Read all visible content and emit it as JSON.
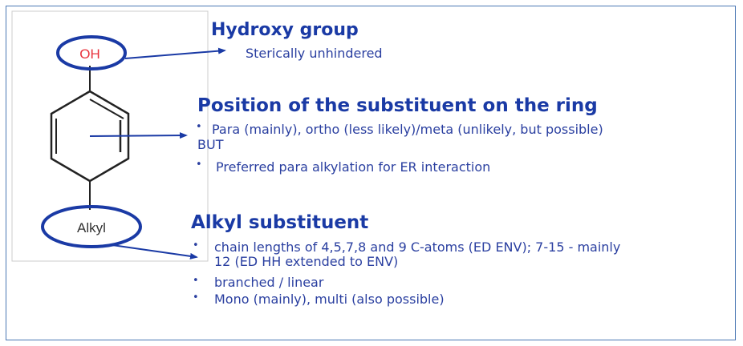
{
  "molecule": {
    "oh_label": "OH",
    "alkyl_label": "Alkyl"
  },
  "sections": {
    "hydroxy": {
      "heading": "Hydroxy group",
      "item": "Sterically unhindered"
    },
    "position": {
      "heading": "Position of the substituent on the ring",
      "item1": "Para (mainly), ortho (less likely)/meta (unlikely, but possible)",
      "connector": "BUT",
      "item2": "Preferred para alkylation for ER interaction"
    },
    "alkyl": {
      "heading": "Alkyl substituent",
      "item1_line1": "chain lengths of 4,5,7,8 and 9 C-atoms (ED ENV); 7-15 - mainly",
      "item1_line2": "12 (ED HH extended to ENV)",
      "item2": "branched / linear",
      "item3": "Mono (mainly), multi (also possible)"
    }
  },
  "colors": {
    "accent": "#1a3aa5",
    "oh_red": "#e8323c",
    "frame": "#4a77b4"
  }
}
